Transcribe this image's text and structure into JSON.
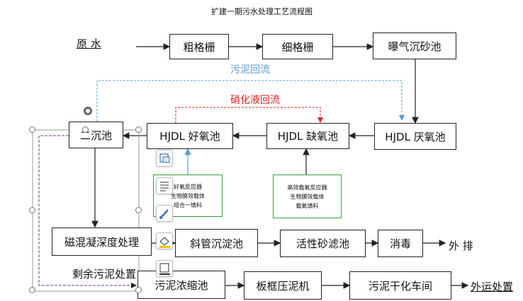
{
  "title": "扩建一期污水处理工艺流程图",
  "source_label": "原  水",
  "nodes": {
    "coarse_screen": "粗格栅",
    "fine_screen": "细格栅",
    "aerated_grit": "曝气沉砂池",
    "anaerobic": "HJDL 厌氧池",
    "anoxic": "HJDL 缺氧池",
    "aerobic": "HJDL 好氧池",
    "secondary_clarifier": "二沉池",
    "magnetic_coag": "磁混凝深度处理",
    "inclined_tube": "斜管沉淀池",
    "active_sand": "活性砂滤池",
    "disinfection": "消毒",
    "sludge_thickener": "污泥浓缩池",
    "plate_press": "板框压泥机",
    "sludge_dryer": "污泥干化车间"
  },
  "labels": {
    "sludge_return": "污泥回流",
    "nitrate_return": "硝化液回流",
    "discharge": "外  排",
    "excess_sludge": "剩余污泥处置",
    "transport": "外运处置"
  },
  "notes": {
    "aerobic_note": [
      "好氧反应器",
      "生物膜效载体",
      "组合一填料"
    ],
    "anoxic_note": [
      "高效载氧反应器",
      "生物膜效载体",
      "载氧填料"
    ]
  },
  "colors": {
    "sludge_return": "#5b9bd5",
    "nitrate_return": "#e02020",
    "note_border": "#3c9a3c",
    "selection_dash": "#7030a0"
  },
  "toolbar_icons": [
    "layout-options-icon",
    "align-icon",
    "brush-icon",
    "fill-icon",
    "outline-icon"
  ]
}
